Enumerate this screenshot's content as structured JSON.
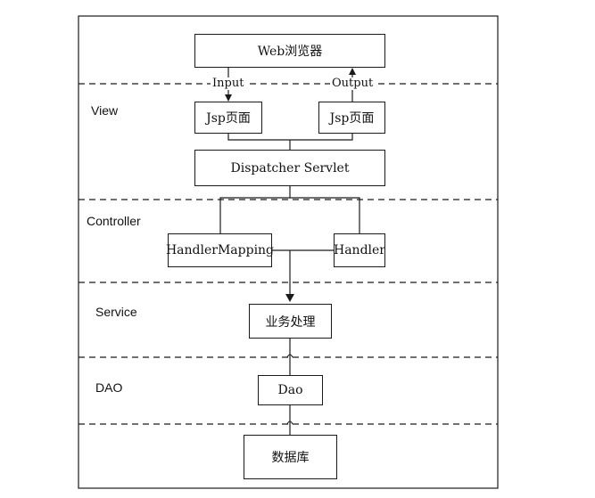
{
  "layers": {
    "view": "View",
    "controller": "Controller",
    "service": "Service",
    "dao": "DAO"
  },
  "nodes": {
    "browser": "Web浏览器",
    "jsp_left": "Jsp页面",
    "jsp_right": "Jsp页面",
    "dispatcher": "Dispatcher Servlet",
    "handler_mapping": "HandlerMapping",
    "handler": "Handler",
    "business": "业务处理",
    "dao": "Dao",
    "database": "数据库"
  },
  "flows": {
    "input": "Input",
    "output": "Output"
  }
}
